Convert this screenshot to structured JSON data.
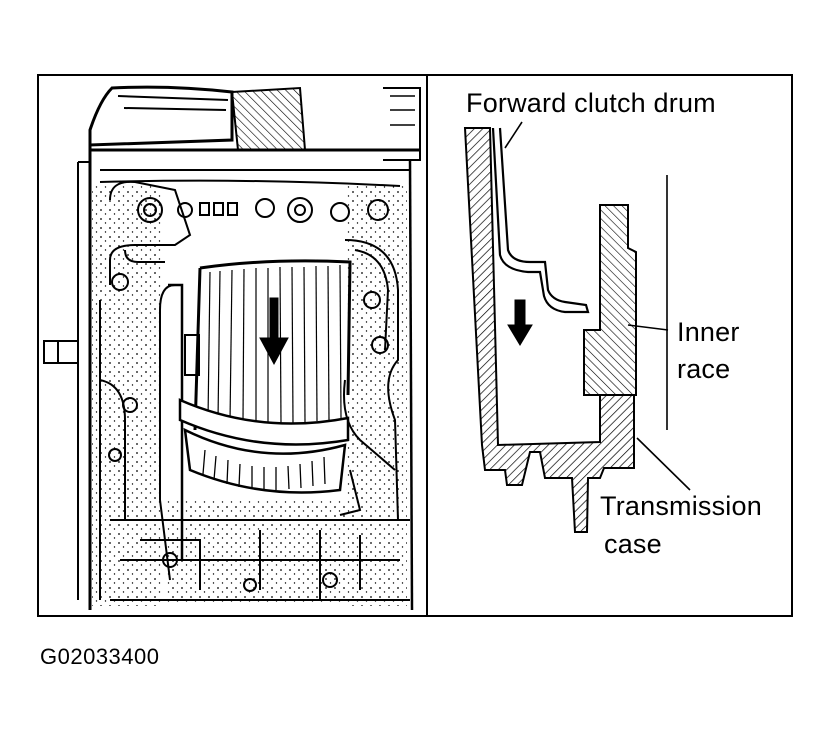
{
  "labels": {
    "forward_clutch_drum": "Forward clutch drum",
    "inner_race_line1": "Inner",
    "inner_race_line2": "race",
    "transmission_case_line1": "Transmission",
    "transmission_case_line2": "case"
  },
  "figure_id": "G02033400",
  "colors": {
    "ink": "#000000",
    "paper": "#ffffff"
  }
}
